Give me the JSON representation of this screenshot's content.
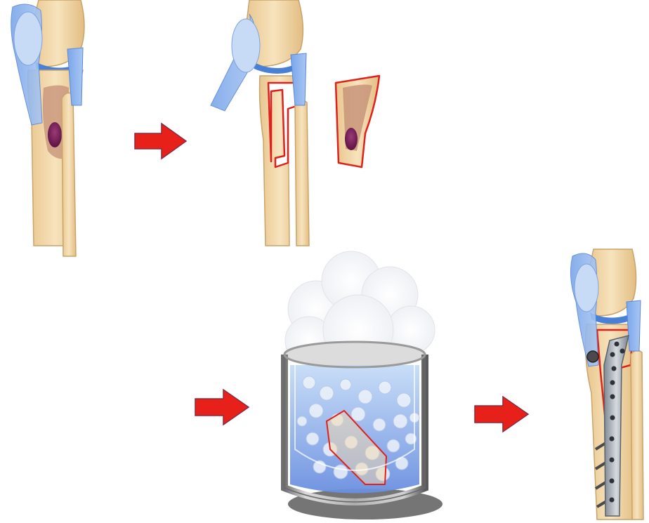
{
  "diagram": {
    "steps": [
      {
        "id": "knee-with-tumor",
        "icon": "tibia-tumor-illustration"
      },
      {
        "id": "resection",
        "icon": "resected-bone-segment-illustration"
      },
      {
        "id": "freezing",
        "icon": "liquid-nitrogen-container-illustration"
      },
      {
        "id": "reimplantation",
        "icon": "plate-fixation-illustration"
      }
    ],
    "arrows": [
      "right-arrow-icon",
      "right-arrow-icon",
      "right-arrow-icon"
    ],
    "colors": {
      "bone": "#f2d6a0",
      "bone_outline": "#c9a46a",
      "ligament": "#8fb4ec",
      "cartilage": "#4a7fd6",
      "tumor": "#7a1f55",
      "tumor_area": "#c8947a",
      "cut_line": "#e0201c",
      "arrow": "#e8201a",
      "arrow_outline": "#8a2a40",
      "plate": "#9aa2ac",
      "liquid": "#a9c4f2",
      "vapor": "#f4f5f8"
    }
  }
}
